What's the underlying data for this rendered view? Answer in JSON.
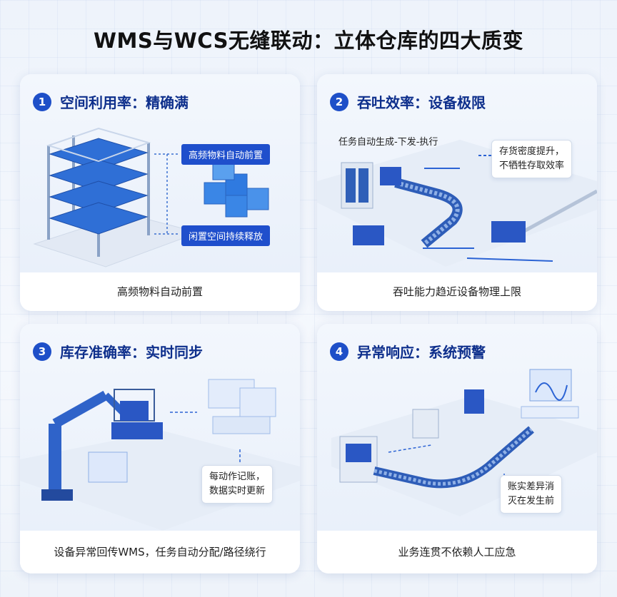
{
  "title": "WMS与WCS无缝联动：立体仓库的四大质变",
  "cards": [
    {
      "num": "1",
      "heading": "空间利用率：精确满",
      "tags": [
        "高频物料自动前置",
        "闲置空间持续释放"
      ],
      "footer": "高频物料自动前置"
    },
    {
      "num": "2",
      "heading": "吞吐效率：设备极限",
      "flow": "任务自动生成-下发-执行",
      "note": [
        "存货密度提升，",
        "不牺牲存取效率"
      ],
      "footer": "吞吐能力趋近设备物理上限"
    },
    {
      "num": "3",
      "heading": "库存准确率：实时同步",
      "note": [
        "每动作记账，",
        "数据实时更新"
      ],
      "footer": "设备异常回传WMS，任务自动分配/路径绕行"
    },
    {
      "num": "4",
      "heading": "异常响应：系统预警",
      "note": [
        "账实差异消",
        "灭在发生前"
      ],
      "footer": "业务连贯不依赖人工应急"
    }
  ],
  "colors": {
    "accent": "#1e4fc8",
    "heading": "#0e2f8c"
  }
}
